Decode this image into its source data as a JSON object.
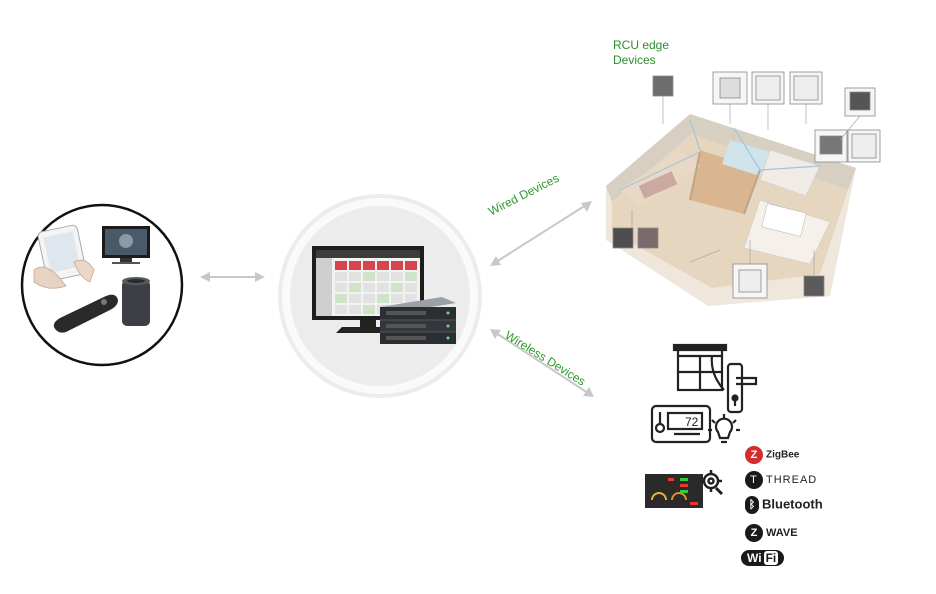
{
  "labels": {
    "rcu_line1": "RCU edge",
    "rcu_line2": "Devices",
    "wired": "Wired Devices",
    "wireless": "Wireless Devices"
  },
  "protocols": {
    "zigbee": "ZigBee",
    "thread": "THREAD",
    "bluetooth": "Bluetooth",
    "zwave": "WAVE",
    "wifi": "Fi"
  },
  "thermostat_value": "72",
  "colors": {
    "label_green": "#2e8b2e",
    "arrow_gray": "#c8c8c8",
    "screen_red": "#d9434d",
    "zigbee_red": "#d42d2d"
  },
  "icons": [
    "smartphone-icon",
    "tv-icon",
    "remote-icon",
    "speaker-icon",
    "server-icon",
    "window-icon",
    "door-handle-icon",
    "thermostat-icon",
    "lightbulb-icon",
    "gear-icon"
  ]
}
